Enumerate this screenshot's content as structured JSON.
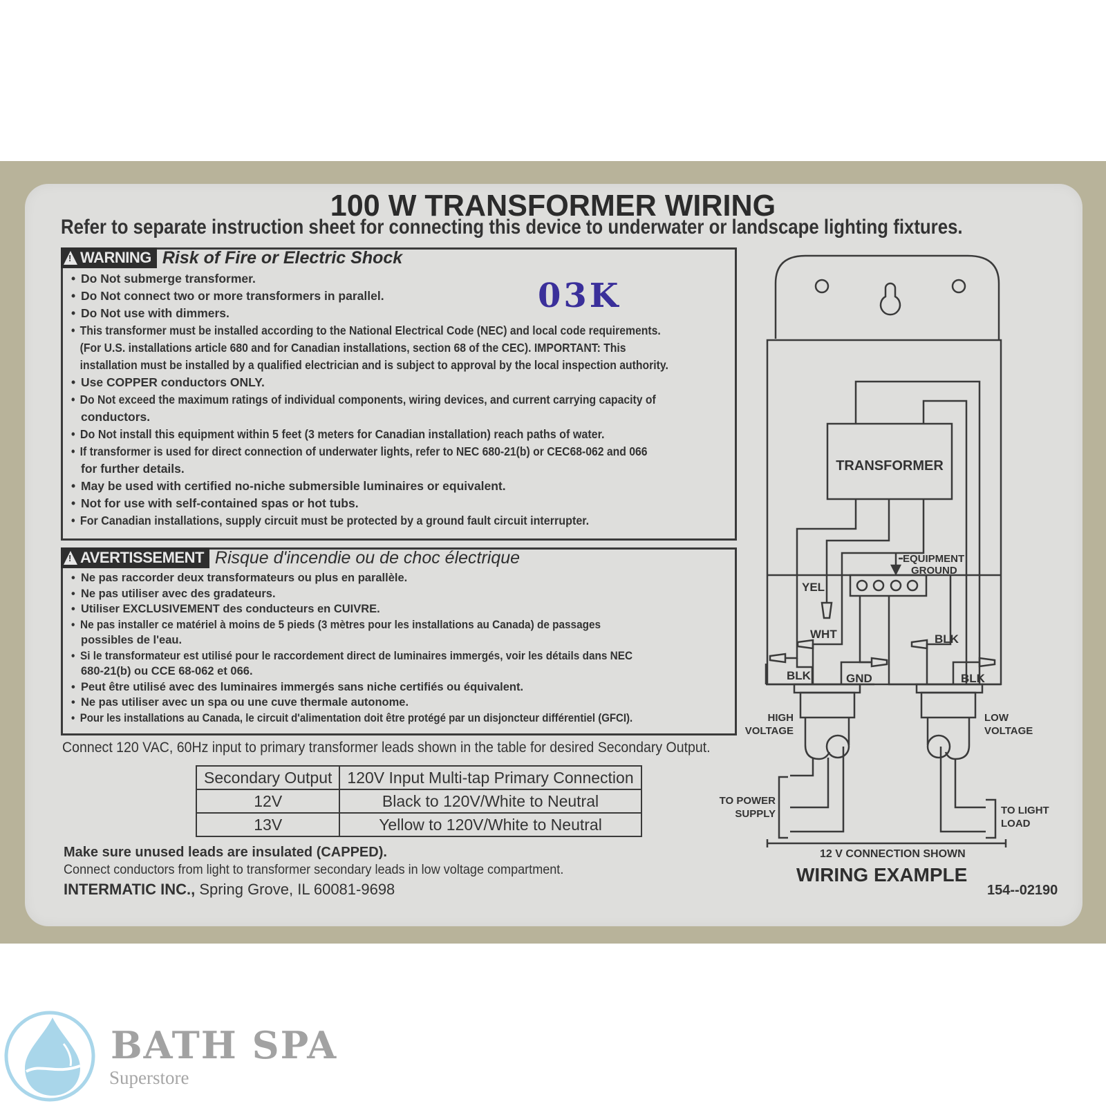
{
  "label": {
    "title": "100 W TRANSFORMER WIRING",
    "subtitle": "Refer to separate instruction sheet for connecting this device to underwater or landscape lighting fixtures.",
    "stamp": "03K"
  },
  "warning_en": {
    "badge": "WARNING",
    "heading": "Risk of Fire or Electric Shock",
    "items": [
      "Do Not submerge transformer.",
      "Do Not connect two or more transformers in parallel.",
      "Do Not use with dimmers.",
      "This transformer must be installed according to the National Electrical Code (NEC) and local code requirements.",
      "(For U.S. installations article 680 and for Canadian installations, section 68 of the CEC). IMPORTANT: This",
      "installation must be installed by a qualified electrician and is subject to approval by the local inspection authority.",
      "Use COPPER conductors ONLY.",
      "Do Not exceed the maximum ratings of individual components, wiring devices, and current carrying capacity of",
      "conductors.",
      "Do Not install this equipment within 5 feet (3 meters for Canadian installation) reach paths of water.",
      "If transformer is used for direct connection of underwater lights, refer to NEC 680-21(b) or CEC68-062 and 066",
      "for further details.",
      "May be used with certified no-niche submersible luminaires or equivalent.",
      "Not for use with self-contained spas or hot tubs.",
      "For Canadian installations, supply circuit must be protected by a ground fault circuit interrupter."
    ]
  },
  "warning_fr": {
    "badge": "AVERTISSEMENT",
    "heading": "Risque d'incendie ou de choc électrique",
    "items": [
      "Ne pas raccorder deux transformateurs ou plus en parallèle.",
      "Ne pas utiliser avec des gradateurs.",
      "Utiliser EXCLUSIVEMENT des conducteurs en CUIVRE.",
      "Ne pas installer ce matériel à moins de 5 pieds (3 mètres pour les installations au Canada) de passages",
      "possibles de l'eau.",
      "Si le transformateur est utilisé pour le raccordement direct de luminaires immergés, voir les détails dans NEC",
      "680-21(b) ou CCE 68-062 et 066.",
      "Peut être utilisé avec des luminaires immergés sans niche certifiés ou équivalent.",
      "Ne pas utiliser avec un spa ou une cuve thermale autonome.",
      "Pour les installations au Canada, le circuit d'alimentation doit être protégé par un disjoncteur différentiel (GFCI)."
    ]
  },
  "connect_note": "Connect 120 VAC, 60Hz input to primary transformer leads shown in the table for desired Secondary Output.",
  "table": {
    "headers": [
      "Secondary Output",
      "120V Input Multi-tap Primary Connection"
    ],
    "rows": [
      [
        "12V",
        "Black to 120V/White to Neutral"
      ],
      [
        "13V",
        "Yellow to 120V/White to Neutral"
      ]
    ]
  },
  "notes": {
    "capped": "Make sure unused leads are insulated (CAPPED).",
    "conductors": "Connect conductors from light to transformer secondary leads in low voltage compartment.",
    "maker_name": "INTERMATIC INC.,",
    "maker_address": " Spring Grove, IL 60081-9698"
  },
  "diagram": {
    "transformer": "TRANSFORMER",
    "equipment": "EQUIPMENT",
    "ground": "GROUND",
    "yel": "YEL",
    "wht": "WHT",
    "blk_left": "BLK",
    "gnd": "GND",
    "blk_mid": "BLK",
    "blk_right": "BLK",
    "high": "HIGH",
    "low": "LOW",
    "voltage": "VOLTAGE",
    "to_power": "TO POWER",
    "supply": "SUPPLY",
    "to_light": "TO LIGHT",
    "load": "LOAD",
    "connection_shown": "12 V CONNECTION SHOWN",
    "caption": "WIRING EXAMPLE",
    "part_no": "154--02190"
  },
  "brand": {
    "name": "BATH SPA",
    "sub": "Superstore",
    "accent": "#a9d6ea"
  }
}
